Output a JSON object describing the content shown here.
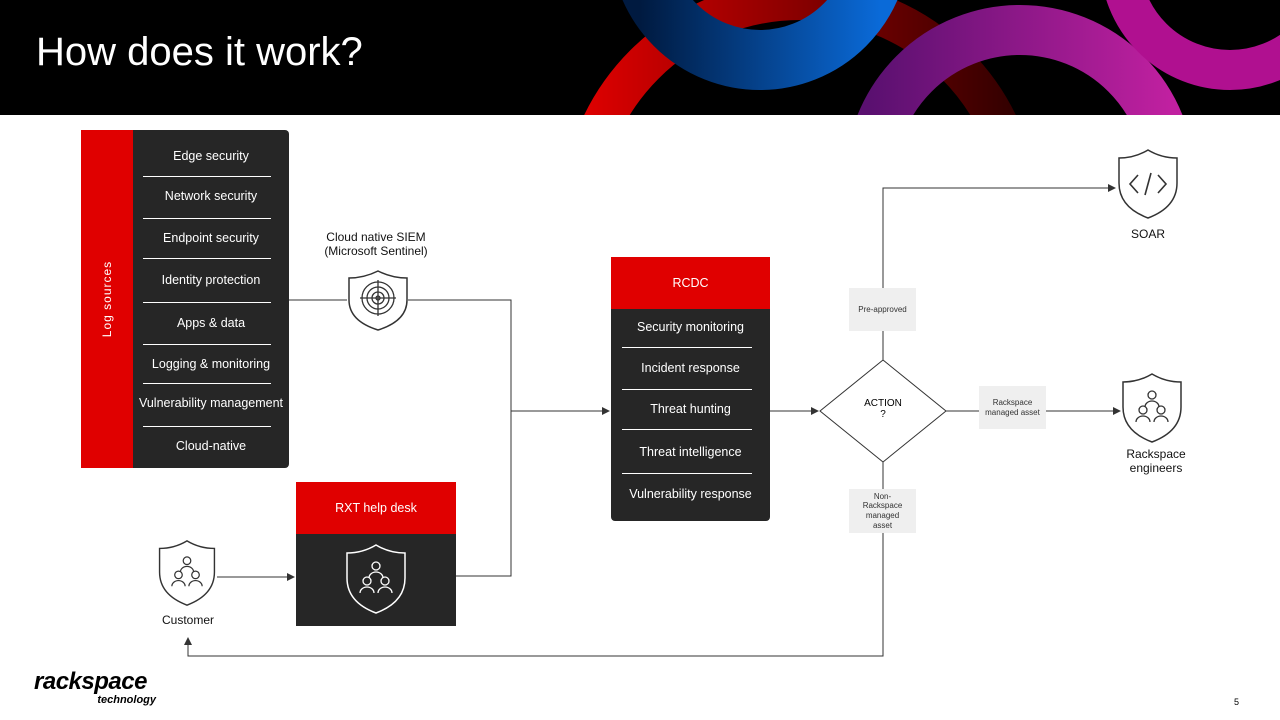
{
  "title": "How does it work?",
  "log_sources": {
    "label": "Log sources",
    "items": [
      "Edge security",
      "Network security",
      "Endpoint security",
      "Identity protection",
      "Apps & data",
      "Logging & monitoring",
      "Vulnerability management",
      "Cloud-native"
    ]
  },
  "siem": {
    "line1": "Cloud native SIEM",
    "line2": "(Microsoft Sentinel)"
  },
  "rcdc": {
    "header": "RCDC",
    "items": [
      "Security monitoring",
      "Incident response",
      "Threat hunting",
      "Threat intelligence",
      "Vulnerability response"
    ]
  },
  "help_desk": {
    "header": "RXT help desk"
  },
  "customer": "Customer",
  "decision": {
    "line1": "ACTION",
    "line2": "?"
  },
  "pre_approved": "Pre-approved",
  "rackspace_managed": "Rackspace managed asset",
  "non_rackspace_managed": "Non-Rackspace managed asset",
  "soar": "SOAR",
  "engineers": {
    "line1": "Rackspace",
    "line2": "engineers"
  },
  "logo": {
    "main": "rackspace",
    "sub": "technology"
  },
  "page_number": "5",
  "colors": {
    "accent": "#e00000",
    "dark": "#262626"
  }
}
